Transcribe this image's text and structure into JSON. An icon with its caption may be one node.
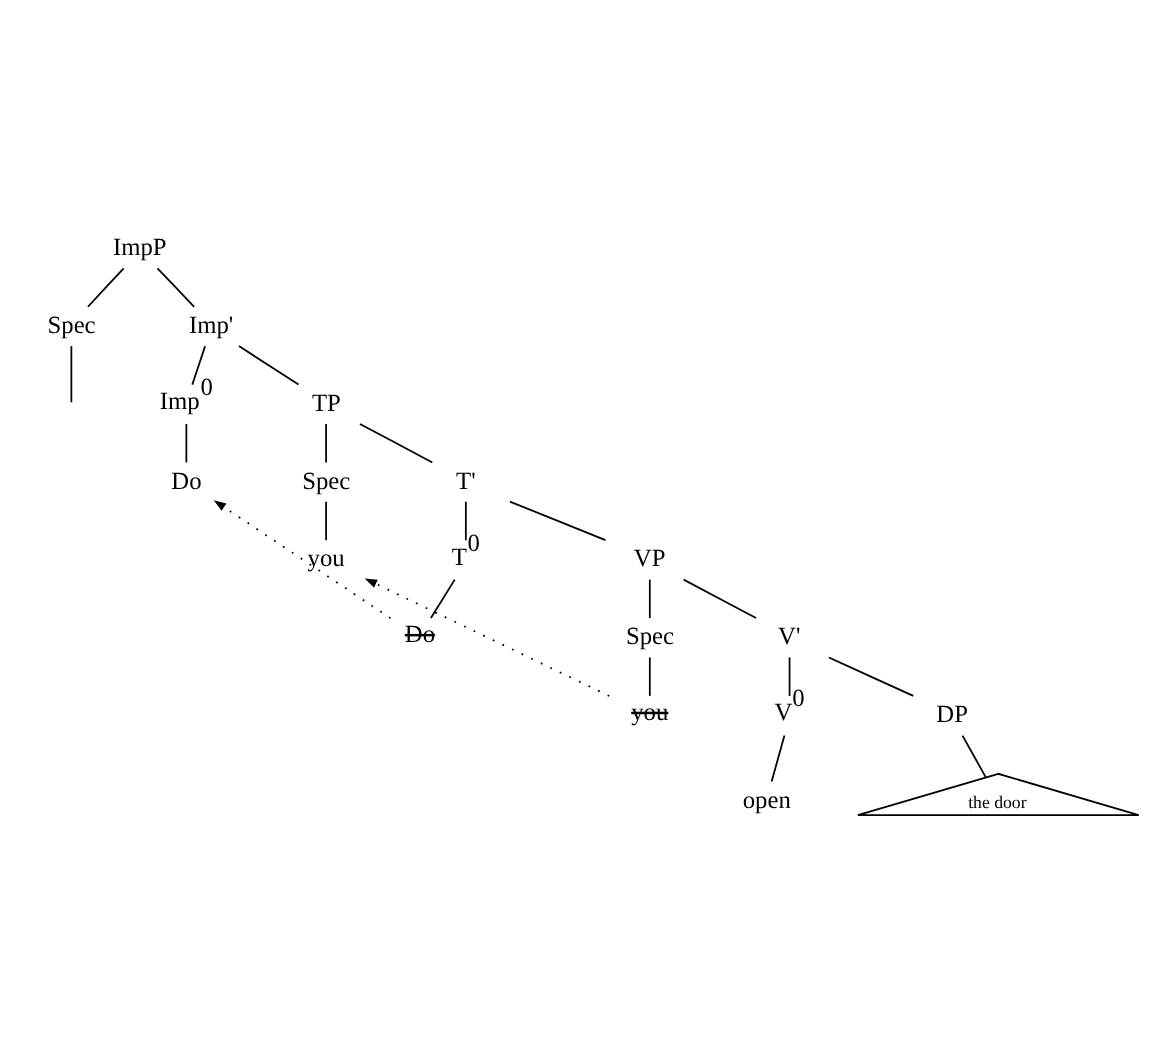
{
  "diagram": {
    "nodes": [
      {
        "text": [
          "ImpP"
        ]
      },
      {
        "text": [
          "Spec"
        ]
      },
      {
        "text": [
          "Imp'"
        ]
      },
      {
        "text": [
          "Imp$^{0}$"
        ]
      },
      {
        "text": [
          "TP"
        ]
      },
      {
        "text": [
          "Do"
        ]
      },
      {
        "text": [
          "Spec"
        ]
      },
      {
        "text": [
          "T'"
        ]
      },
      {
        "text": [
          "you"
        ]
      },
      {
        "text": [
          "T$^{0}$"
        ]
      },
      {
        "text": [
          "VP"
        ]
      },
      {
        "text": [
          "Do"
        ]
      },
      {
        "text": [
          "Spec"
        ]
      },
      {
        "text": [
          "V'"
        ]
      },
      {
        "text": [
          "you"
        ]
      },
      {
        "text": [
          "V$^{0}$"
        ]
      },
      {
        "text": [
          "DP"
        ]
      },
      {
        "text": [
          "the door"
        ]
      },
      {
        "text": [
          "open"
        ]
      }
    ],
    "edges": [
      {
        "from": 0,
        "to": 1,
        "arrow": "none"
      },
      {
        "from": 0,
        "to": 2,
        "arrow": "none"
      },
      {
        "from": 1,
        "to": null,
        "arrow": "none"
      },
      {
        "from": 2,
        "to": 3,
        "arrow": "none"
      },
      {
        "from": 2,
        "to": 4,
        "arrow": "none"
      },
      {
        "from": 3,
        "to": 5,
        "arrow": "none"
      },
      {
        "from": 4,
        "to": 6,
        "arrow": "none"
      },
      {
        "from": 4,
        "to": 7,
        "arrow": "none"
      },
      {
        "from": 6,
        "to": 8,
        "arrow": "none"
      },
      {
        "from": 7,
        "to": 9,
        "arrow": "none"
      },
      {
        "from": 7,
        "to": 10,
        "arrow": "none"
      },
      {
        "from": 9,
        "to": 11,
        "arrow": "none"
      },
      {
        "from": 10,
        "to": 12,
        "arrow": "none"
      },
      {
        "from": 10,
        "to": 13,
        "arrow": "none"
      },
      {
        "from": 12,
        "to": 14,
        "arrow": "none"
      },
      {
        "from": 13,
        "to": 15,
        "arrow": "none"
      },
      {
        "from": 13,
        "to": 16,
        "arrow": "none"
      },
      {
        "from": 16,
        "to": 17,
        "arrow": "none"
      },
      {
        "from": 15,
        "to": 18,
        "arrow": "none"
      },
      {
        "from": 11,
        "to": 5,
        "arrow": "to",
        "style": "dashed"
      },
      {
        "from": 14,
        "to": 8,
        "arrow": "to",
        "style": "dashed"
      }
    ]
  }
}
